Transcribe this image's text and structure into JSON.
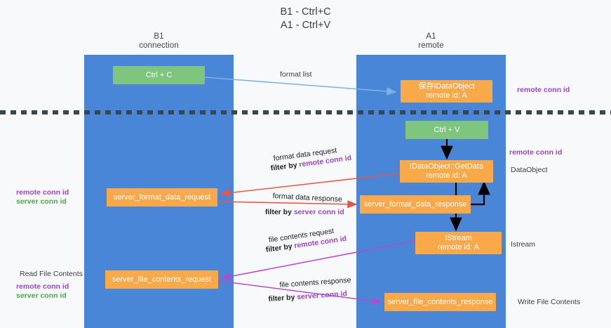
{
  "header": {
    "line1": "B1 - Ctrl+C",
    "line2": "A1 - Ctrl+V"
  },
  "lanes": [
    {
      "id": "b1",
      "title_line1": "B1",
      "title_line2": "connection",
      "color": "#4a86d8"
    },
    {
      "id": "a1",
      "title_line1": "A1",
      "title_line2": "remote",
      "color": "#4a86d8"
    }
  ],
  "colors": {
    "lane": "#4a86d8",
    "green_box": "#7ec67e",
    "orange_box": "#f9a94a",
    "purple_text": "#a144c8",
    "green_text": "#4aa84a",
    "blue_arrow": "#7ab3e0",
    "red_arrow": "#e8564a",
    "pink_arrow": "#e0408f",
    "magenta_arrow": "#b44ad0",
    "black_arrow": "#000000",
    "dashed_line": "#37474f"
  },
  "boxes": {
    "ctrl_c": {
      "label": "Ctrl + C",
      "style": "green"
    },
    "idataobject": {
      "line1": "保存IDataObject",
      "line2": "remote id: A",
      "style": "orange"
    },
    "ctrl_v": {
      "label": "Ctrl + V",
      "style": "green"
    },
    "getdata": {
      "line1": "IDataObject::GetData",
      "line2": "remote id: A",
      "style": "orange"
    },
    "server_format_data_request": {
      "label": "server_format_data_request",
      "style": "orange"
    },
    "server_format_data_response": {
      "label": "server_format_data_response",
      "style": "orange"
    },
    "istream": {
      "line1": "IStream",
      "line2": "remote id: A",
      "style": "orange"
    },
    "server_file_contents_request": {
      "label": "server_file_contents_request",
      "style": "orange"
    },
    "server_file_contents_response": {
      "label": "server_file_contents_response",
      "style": "orange"
    }
  },
  "annotations": {
    "format_list": "format list",
    "remote_conn_id_1": "remote conn id",
    "remote_conn_id_2": "remote conn id",
    "dataobject": "DataObject",
    "istream": "Istream",
    "write_file_contents": "Write File Contents",
    "read_file_contents": "Read File Contents",
    "left_remote_conn_id_1": "remote conn id",
    "left_server_conn_id_1": "server conn id",
    "left_remote_conn_id_2": "remote conn id",
    "left_server_conn_id_2": "server conn id",
    "format_data_request": "format data request",
    "filter_by_1_prefix": "filter by ",
    "filter_by_1_value": "remote conn id",
    "format_data_response": "format data response",
    "filter_by_2_prefix": "filter by ",
    "filter_by_2_value": "server conn id",
    "file_contents_request": "file contents request",
    "filter_by_3_prefix": "filter by ",
    "filter_by_3_value": "remote conn id",
    "file_contents_response": "file contents response",
    "filter_by_4_prefix": "filter by ",
    "filter_by_4_value": "server conn id"
  }
}
